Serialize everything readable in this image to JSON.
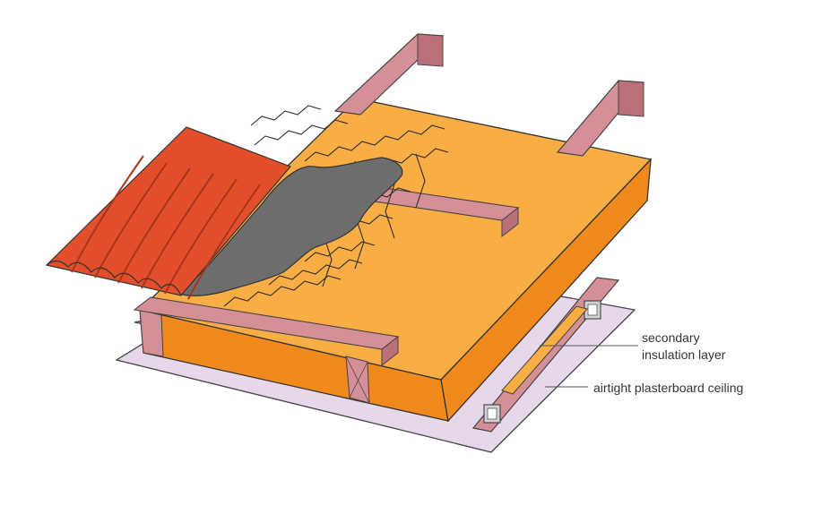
{
  "labels": {
    "secondary_line1": "secondary",
    "secondary_line2": "insulation layer",
    "airtight": "airtight plasterboard ceiling"
  },
  "colors": {
    "ceiling": "#e7d7ea",
    "timber": "#d58f96",
    "timber_dark": "#bb6f78",
    "insulation_top": "#f8ad45",
    "insulation_side": "#f08a1c",
    "membrane": "#6d6d6d",
    "tiles": "#e24f2a",
    "tiles_dark": "#a8361d",
    "mesh": "#2c2c2c",
    "bracket": "#cfd3d6",
    "leader": "#555555"
  }
}
